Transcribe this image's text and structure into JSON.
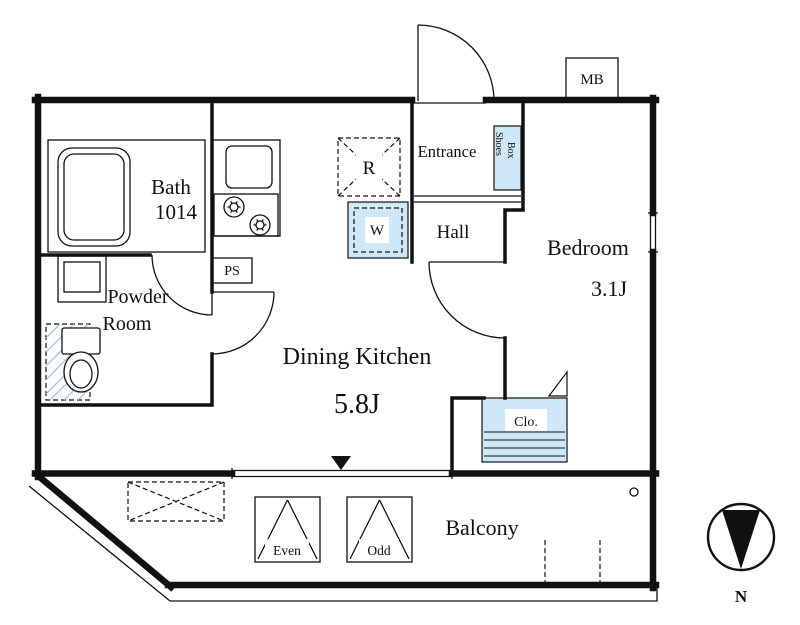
{
  "rooms": {
    "bath": {
      "name": "Bath",
      "size": "1014"
    },
    "powder": {
      "line1": "Powder",
      "line2": "Room"
    },
    "dining_kitchen": {
      "name": "Dining Kitchen",
      "size": "5.8J"
    },
    "bedroom": {
      "name": "Bedroom",
      "size": "3.1J"
    },
    "hall": "Hall",
    "entrance": "Entrance",
    "balcony": "Balcony"
  },
  "fixtures": {
    "meter_box": "MB",
    "pipe_space": "PS",
    "refrigerator": "R",
    "washer": "W",
    "shoes_box_line1": "Shoes",
    "shoes_box_line2": "Box",
    "closet": "Clo.",
    "balcony_panel_even": "Even",
    "balcony_panel_odd": "Odd"
  },
  "compass": {
    "north": "N"
  },
  "colors": {
    "line": "#111111",
    "fixture_blue": "#cfe8f7",
    "hatch_blue": "#8fc2dd"
  }
}
